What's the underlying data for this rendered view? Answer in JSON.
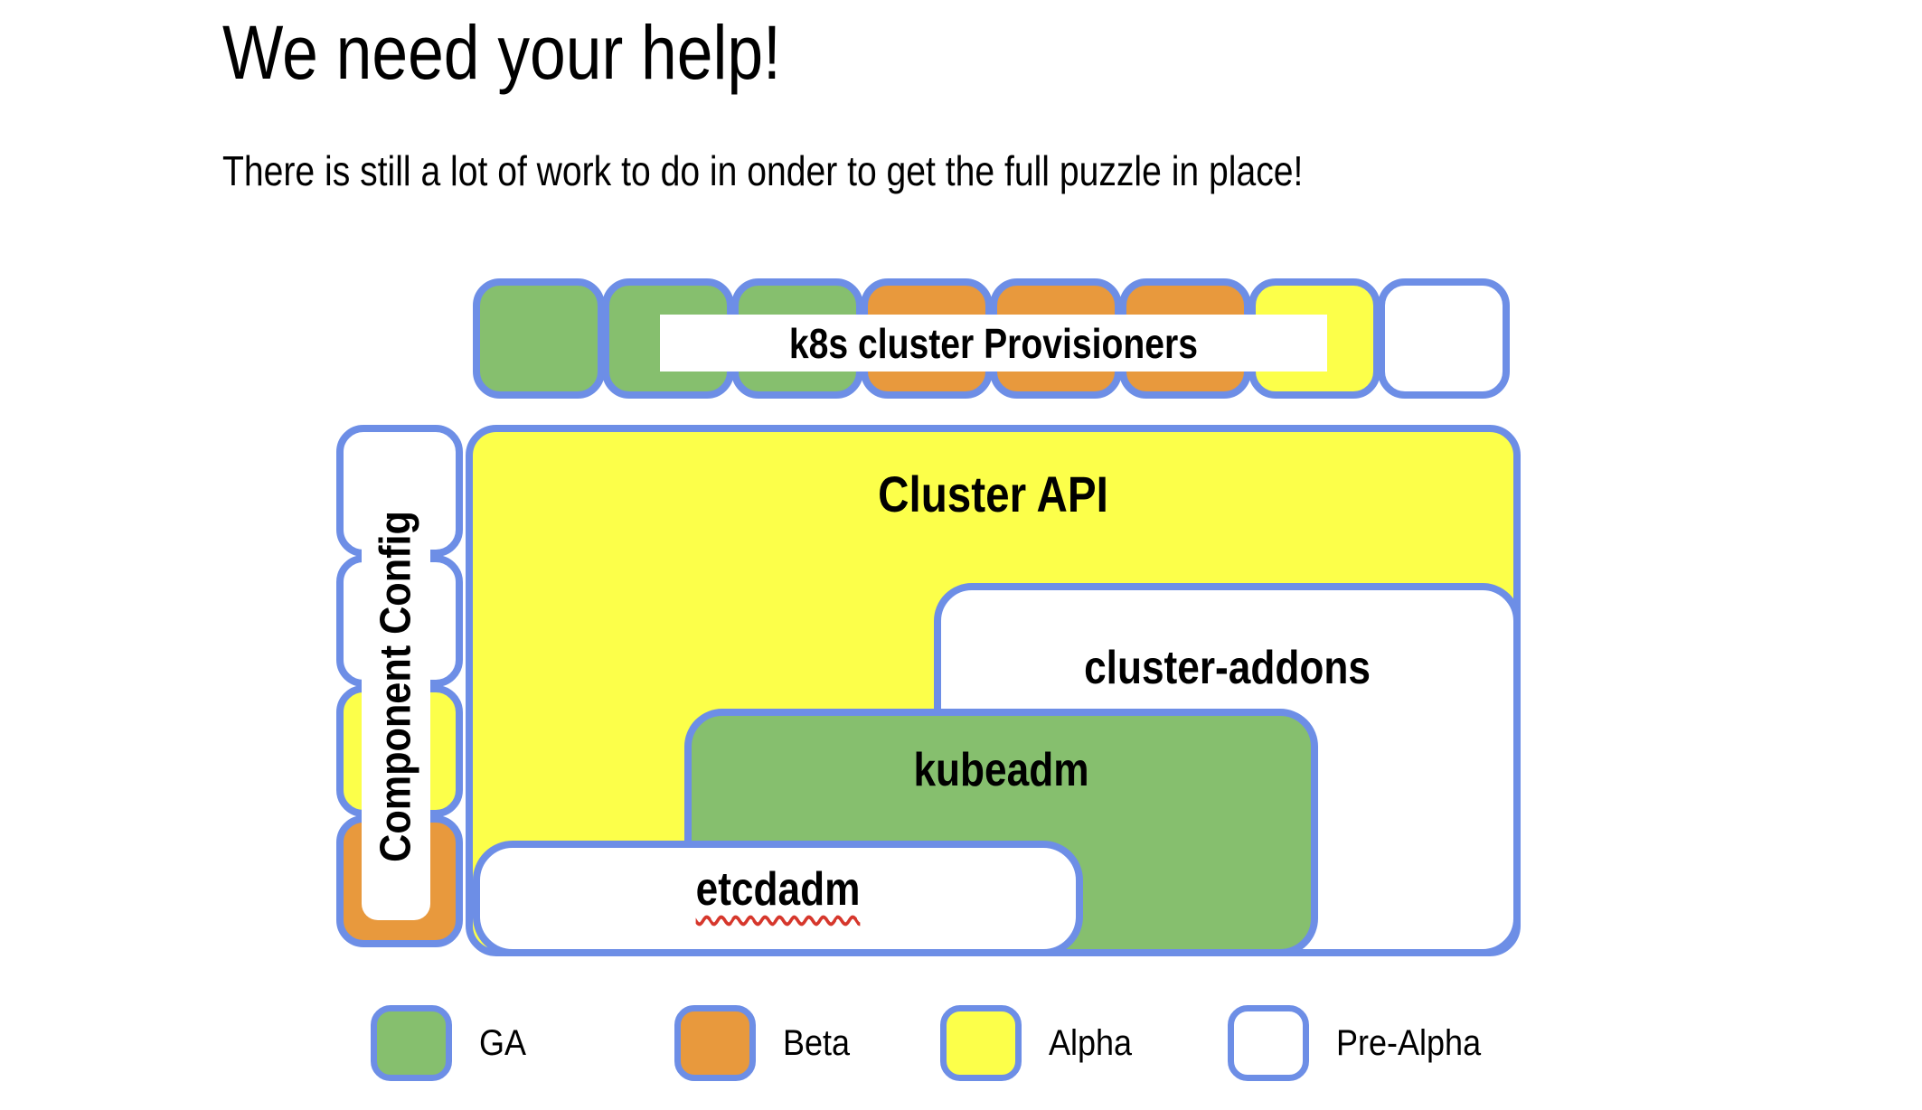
{
  "title": "We need your help!",
  "subtitle": "There is still a lot of work to do in onder to get the full puzzle in place!",
  "colors": {
    "blue_border": "#6d8ee6",
    "green": "#86bf6e",
    "orange": "#e8993d",
    "yellow": "#fcff4a",
    "white": "#ffffff",
    "squiggle_red": "#d6372c",
    "text": "#000000"
  },
  "provisioners_row": {
    "label": "k8s cluster Provisioners",
    "pieces": [
      {
        "status": "GA",
        "color": "green"
      },
      {
        "status": "GA",
        "color": "green"
      },
      {
        "status": "GA",
        "color": "green"
      },
      {
        "status": "Beta",
        "color": "orange"
      },
      {
        "status": "Beta",
        "color": "orange"
      },
      {
        "status": "Beta",
        "color": "orange"
      },
      {
        "status": "Alpha",
        "color": "yellow"
      },
      {
        "status": "Pre-Alpha",
        "color": "white"
      }
    ]
  },
  "component_config": {
    "label": "Component Config",
    "pieces": [
      {
        "status": "Pre-Alpha",
        "color": "white"
      },
      {
        "status": "Pre-Alpha",
        "color": "white"
      },
      {
        "status": "Alpha",
        "color": "yellow"
      },
      {
        "status": "Beta",
        "color": "orange"
      }
    ]
  },
  "boxes": {
    "cluster_api": {
      "label": "Cluster API",
      "status": "Alpha"
    },
    "cluster_addons": {
      "label": "cluster-addons",
      "status": "Pre-Alpha"
    },
    "kubeadm": {
      "label": "kubeadm",
      "status": "GA"
    },
    "etcdadm": {
      "label": "etcdadm",
      "status": "Pre-Alpha",
      "spellcheck_underline": true
    }
  },
  "legend": [
    {
      "label": "GA",
      "color": "green"
    },
    {
      "label": "Beta",
      "color": "orange"
    },
    {
      "label": "Alpha",
      "color": "yellow"
    },
    {
      "label": "Pre-Alpha",
      "color": "white"
    }
  ]
}
